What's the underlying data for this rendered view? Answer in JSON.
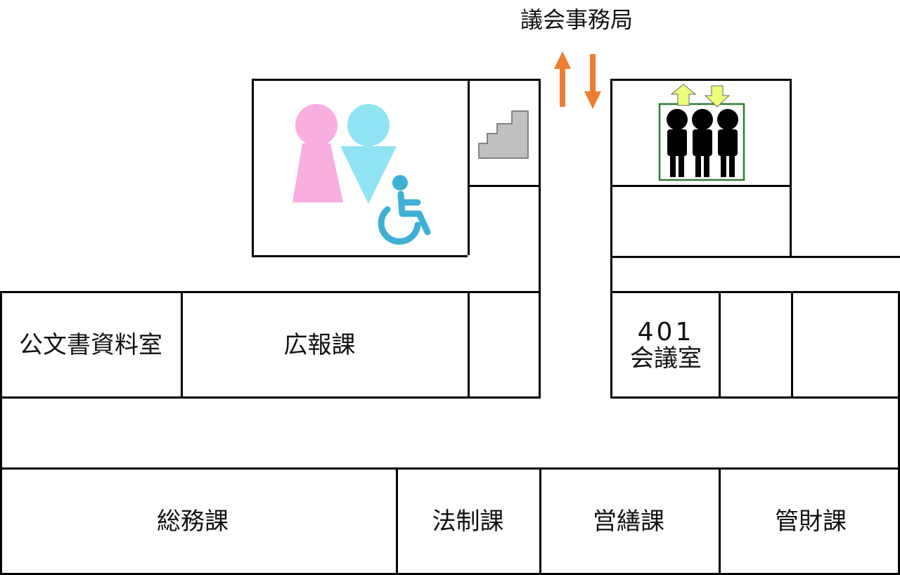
{
  "floor_plan": {
    "heading": "議会事務局",
    "rooms": {
      "archives": "公文書資料室",
      "public_relations": "広報課",
      "meeting_room_number": "401",
      "meeting_room_name": "会議室",
      "general_affairs": "総務課",
      "legal": "法制課",
      "building_repair": "営繕課",
      "property": "管財課"
    },
    "icons": {
      "restroom": "restroom-icon",
      "accessible": "wheelchair-icon",
      "stairs": "stairs-icon",
      "elevator": "elevator-icon",
      "direction": "up-down-arrows-icon"
    },
    "colors": {
      "female": "#f9aee0",
      "male": "#8fe3f3",
      "wheelchair": "#3eb0d6",
      "stairs": "#c0c0c0",
      "elevator_arrows": "#eeff7a",
      "elevator_frame": "#2e7d32",
      "direction_arrows": "#ed7d31"
    }
  }
}
